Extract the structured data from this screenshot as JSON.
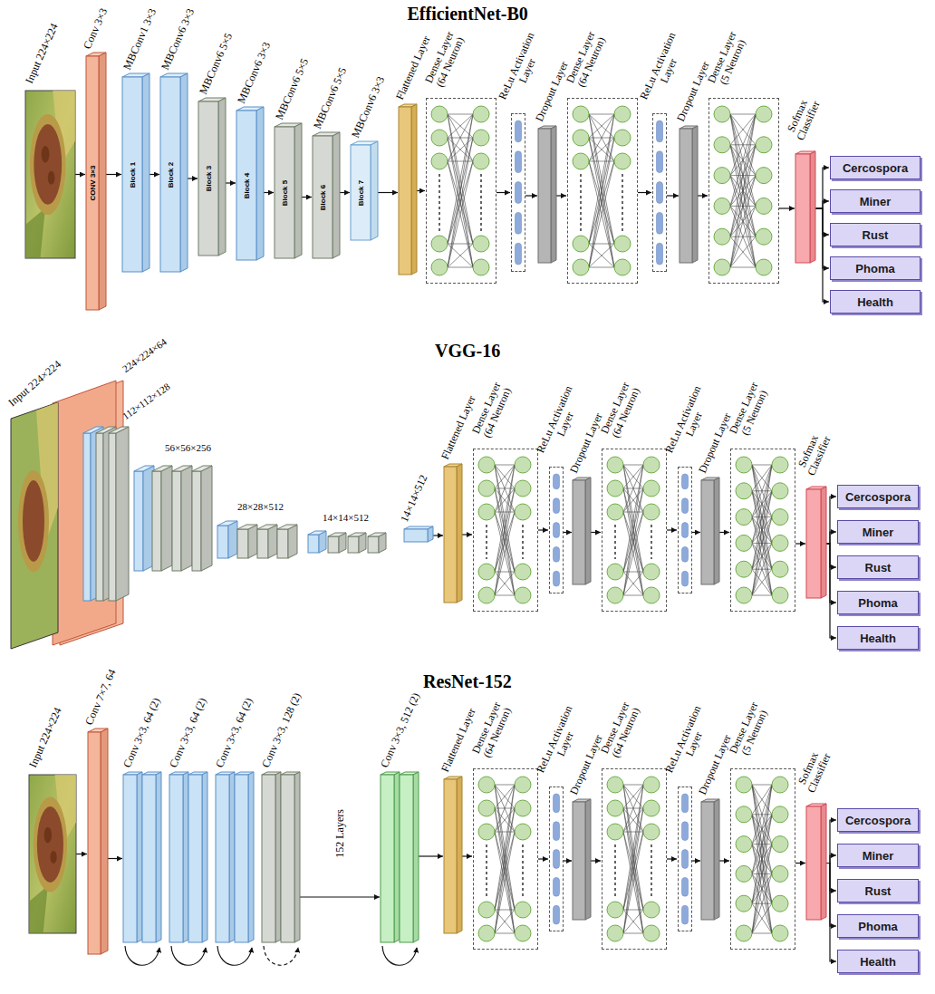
{
  "diagram": {
    "nodes": [
      {
        "text": [
          "Input 224×224"
        ]
      },
      {
        "text": [
          "Conv 3×3",
          "CONV 3×3"
        ]
      },
      {
        "text": [
          "MBConv1 3×3",
          "Block 1"
        ]
      },
      {
        "text": [
          "MBConv6 3×3",
          "Block 2"
        ]
      },
      {
        "text": [
          "MBConv6 5×5",
          "Block 3"
        ]
      },
      {
        "text": [
          "MBConv6 3×3",
          "Block 4"
        ]
      },
      {
        "text": [
          "MBConv6 5×5",
          "Block 5"
        ]
      },
      {
        "text": [
          "MBConv6 5×5",
          "Block 6"
        ]
      },
      {
        "text": [
          "MBConv6 3×3",
          "Block 7"
        ]
      },
      {
        "text": [
          "Flattened Layer"
        ]
      },
      {
        "text": [
          "Dense Layer (64 Neuron)"
        ]
      },
      {
        "text": [
          "ReLu Activation Layer"
        ]
      },
      {
        "text": [
          "Dropout Layer"
        ]
      },
      {
        "text": [
          "Dense Layer (64 Neuron)"
        ]
      },
      {
        "text": [
          "ReLu Activation Layer"
        ]
      },
      {
        "text": [
          "Dropout Layer"
        ]
      },
      {
        "text": [
          "Dense Layer (5 Neuron)"
        ]
      },
      {
        "text": [
          "Sofmax Classifier"
        ]
      },
      {
        "text": [
          "Cercospora"
        ]
      },
      {
        "text": [
          "Miner"
        ]
      },
      {
        "text": [
          "Rust"
        ]
      },
      {
        "text": [
          "Phoma"
        ]
      },
      {
        "text": [
          "Health"
        ]
      },
      {
        "text": [
          "14×14×512"
        ]
      },
      {
        "text": [
          "Flattened Layer"
        ]
      },
      {
        "text": [
          "Dense Layer (64 Neuron)"
        ]
      },
      {
        "text": [
          "ReLu Activation Layer"
        ]
      },
      {
        "text": [
          "Dropout Layer"
        ]
      },
      {
        "text": [
          "Dense Layer (64 Neuron)"
        ]
      },
      {
        "text": [
          "ReLu Activation Layer"
        ]
      },
      {
        "text": [
          "Dropout Layer"
        ]
      },
      {
        "text": [
          "Dense Layer (5 Neuron)"
        ]
      },
      {
        "text": [
          "Sofmax Classifier"
        ]
      },
      {
        "text": [
          "Cercospora"
        ]
      },
      {
        "text": [
          "Miner"
        ]
      },
      {
        "text": [
          "Rust"
        ]
      },
      {
        "text": [
          "Phoma"
        ]
      },
      {
        "text": [
          "Health"
        ]
      },
      {
        "text": [
          "Input 224×224"
        ]
      },
      {
        "text": [
          "Conv 7×7, 64"
        ]
      },
      {
        "text": [
          "Conv 3×3, 64 (2)"
        ]
      },
      {
        "text": [
          "Conv 3×3, 64 (2)"
        ]
      },
      {
        "text": [
          "Conv 3×3, 64 (2)"
        ]
      },
      {
        "text": [
          "Conv 3×3, 128 (2)"
        ]
      },
      {
        "text": [
          "Conv 3×3, 512 (2)"
        ]
      },
      {
        "text": [
          "Flattened Layer"
        ]
      },
      {
        "text": [
          "Dense Layer (64 Neuron)"
        ]
      },
      {
        "text": [
          "ReLu Activation Layer"
        ]
      },
      {
        "text": [
          "Dropout Layer"
        ]
      },
      {
        "text": [
          "Dense Layer (64 Neuron)"
        ]
      },
      {
        "text": [
          "ReLu Activation Layer"
        ]
      },
      {
        "text": [
          "Dropout Layer"
        ]
      },
      {
        "text": [
          "Dense Layer (5 Neuron)"
        ]
      },
      {
        "text": [
          "Sofmax Classifier"
        ]
      },
      {
        "text": [
          "Cercospora"
        ]
      },
      {
        "text": [
          "Miner"
        ]
      },
      {
        "text": [
          "Rust"
        ]
      },
      {
        "text": [
          "Phoma"
        ]
      },
      {
        "text": [
          "Health"
        ]
      }
    ],
    "edges": [
      {
        "from": 0,
        "to": 1,
        "arrow": "to"
      },
      {
        "from": 1,
        "to": 2,
        "arrow": "to"
      },
      {
        "from": 2,
        "to": 3,
        "arrow": "to"
      },
      {
        "from": 3,
        "to": 4,
        "arrow": "to"
      },
      {
        "from": 4,
        "to": 5,
        "arrow": "to"
      },
      {
        "from": 5,
        "to": 6,
        "arrow": "to"
      },
      {
        "from": 6,
        "to": 7,
        "arrow": "to"
      },
      {
        "from": 7,
        "to": 8,
        "arrow": "to"
      },
      {
        "from": 8,
        "to": 9,
        "arrow": "to"
      },
      {
        "from": 9,
        "to": 10,
        "arrow": "to"
      },
      {
        "from": 10,
        "to": 11,
        "arrow": "to"
      },
      {
        "from": 11,
        "to": 12,
        "arrow": "to"
      },
      {
        "from": 12,
        "to": 13,
        "arrow": "to"
      },
      {
        "from": 13,
        "to": 14,
        "arrow": "to"
      },
      {
        "from": 14,
        "to": 15,
        "arrow": "to"
      },
      {
        "from": 15,
        "to": 16,
        "arrow": "to"
      },
      {
        "from": 16,
        "to": 17,
        "arrow": "to"
      },
      {
        "from": 17,
        "to": 18,
        "arrow": "to"
      },
      {
        "from": 17,
        "to": 19,
        "arrow": "to"
      },
      {
        "from": 17,
        "to": 20,
        "arrow": "to"
      },
      {
        "from": 17,
        "to": 21,
        "arrow": "to"
      },
      {
        "from": 17,
        "to": 22,
        "arrow": "to"
      },
      {
        "from": 23,
        "to": 24,
        "arrow": "to"
      },
      {
        "from": 24,
        "to": 25,
        "arrow": "to"
      },
      {
        "from": 25,
        "to": 26,
        "arrow": "to"
      },
      {
        "from": 26,
        "to": 27,
        "arrow": "to"
      },
      {
        "from": 27,
        "to": 28,
        "arrow": "to"
      },
      {
        "from": 28,
        "to": 29,
        "arrow": "to"
      },
      {
        "from": 29,
        "to": 30,
        "arrow": "to"
      },
      {
        "from": 30,
        "to": 31,
        "arrow": "to"
      },
      {
        "from": 31,
        "to": 32,
        "arrow": "to"
      },
      {
        "from": 32,
        "to": 33,
        "arrow": "to"
      },
      {
        "from": 32,
        "to": 34,
        "arrow": "to"
      },
      {
        "from": 32,
        "to": 35,
        "arrow": "to"
      },
      {
        "from": 32,
        "to": 36,
        "arrow": "to"
      },
      {
        "from": 32,
        "to": 37,
        "arrow": "to"
      },
      {
        "from": 38,
        "to": 39,
        "arrow": "to"
      },
      {
        "from": 39,
        "to": 40,
        "arrow": "to"
      },
      {
        "from": 43,
        "to": 44,
        "arrow": "to"
      },
      {
        "from": 44,
        "to": 45,
        "arrow": "to"
      },
      {
        "from": 45,
        "to": 46,
        "arrow": "to"
      },
      {
        "from": 46,
        "to": 47,
        "arrow": "to"
      },
      {
        "from": 47,
        "to": 48,
        "arrow": "to"
      },
      {
        "from": 48,
        "to": 49,
        "arrow": "to"
      },
      {
        "from": 49,
        "to": 50,
        "arrow": "to"
      },
      {
        "from": 50,
        "to": 51,
        "arrow": "to"
      },
      {
        "from": 51,
        "to": 52,
        "arrow": "to"
      },
      {
        "from": 52,
        "to": 53,
        "arrow": "to"
      },
      {
        "from": 53,
        "to": 54,
        "arrow": "to"
      },
      {
        "from": 53,
        "to": 55,
        "arrow": "to"
      },
      {
        "from": 53,
        "to": 56,
        "arrow": "to"
      },
      {
        "from": 53,
        "to": 57,
        "arrow": "to"
      },
      {
        "from": 53,
        "to": 58,
        "arrow": "to"
      }
    ],
    "labels": [
      "EfficientNet-B0",
      "VGG-16",
      "ResNet-152",
      "Input 224×224",
      "224×224×64",
      "112×112×128",
      "56×56×256",
      "28×28×512",
      "14×14×512",
      "152 Layers"
    ]
  }
}
